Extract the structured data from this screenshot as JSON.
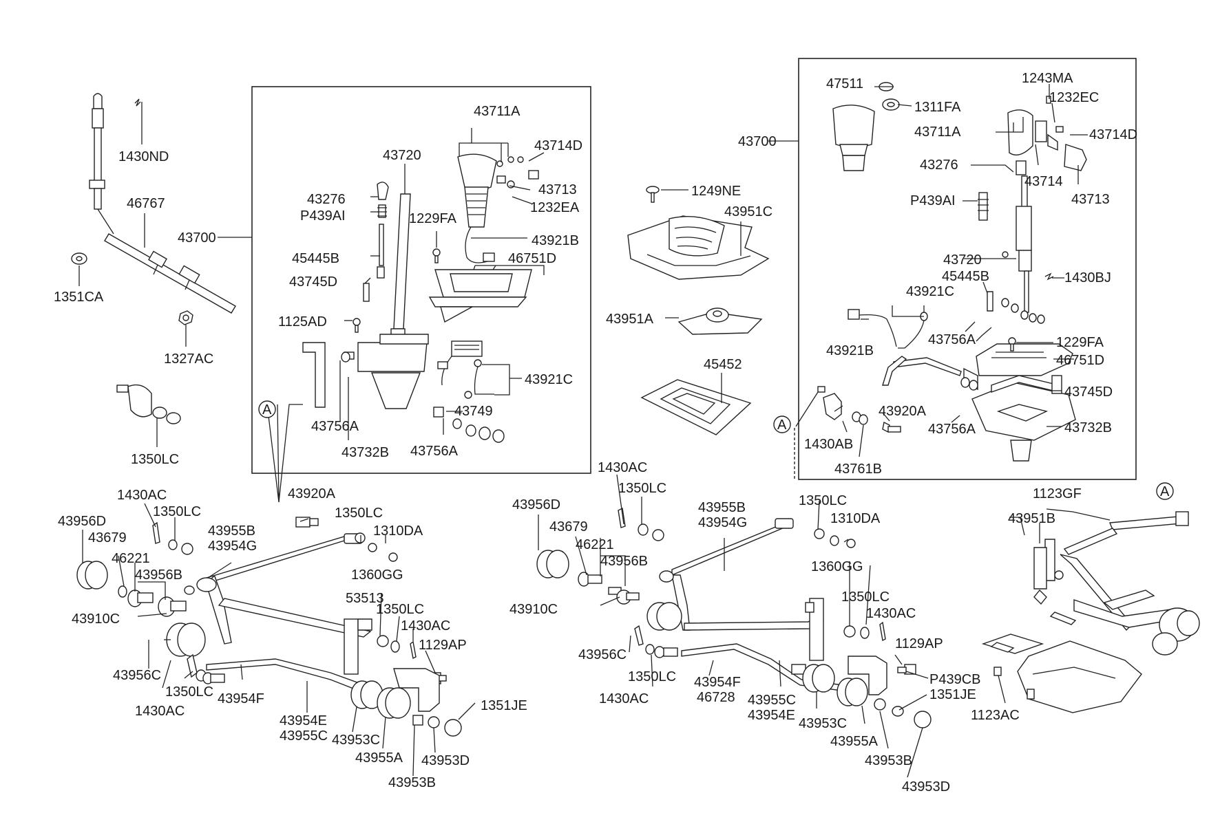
{
  "labels": {
    "p1430ND": "1430ND",
    "p46767": "46767",
    "p1351CA": "1351CA",
    "p1327AC": "1327AC",
    "p1350LC_a": "1350LC",
    "p43700_l": "43700",
    "p43711A_l": "43711A",
    "p43714D_l": "43714D",
    "p43720_l": "43720",
    "p43713_l": "43713",
    "p1232EA": "1232EA",
    "p43276_l": "43276",
    "pP439AI_l": "P439AI",
    "p1229FA_l": "1229FA",
    "p43921B_l": "43921B",
    "p45445B_l": "45445B",
    "p46751D_l": "46751D",
    "p43745D_l": "43745D",
    "p1125AD": "1125AD",
    "p43921C_l": "43921C",
    "p43749": "43749",
    "p43756A_l1": "43756A",
    "p43756A_l2": "43756A",
    "p43732B_l": "43732B",
    "pA_1": "A",
    "p43920A_l": "43920A",
    "p1430AC_l1": "1430AC",
    "p1350LC_l1": "1350LC",
    "p43956D_l": "43956D",
    "p43679_l": "43679",
    "p46221_l": "46221",
    "p43956B_l": "43956B",
    "p43910C_l": "43910C",
    "p43955B_l": "43955B",
    "p43954G_l": "43954G",
    "p1350LC_l2": "1350LC",
    "p1310DA_l": "1310DA",
    "p1360GG_l": "1360GG",
    "p53513": "53513",
    "p1350LC_l3": "1350LC",
    "p1430AC_l2": "1430AC",
    "p1129AP_l": "1129AP",
    "p43956C_l": "43956C",
    "p1350LC_l4": "1350LC",
    "p1430AC_l3": "1430AC",
    "p43954F_l": "43954F",
    "p43954E_l": "43954E",
    "p43955C_l": "43955C",
    "p43953C_l": "43953C",
    "p43955A_l": "43955A",
    "p43953B_l": "43953B",
    "p43953D_l": "43953D",
    "p1351JE_l": "1351JE",
    "p1249NE": "1249NE",
    "p43951C": "43951C",
    "p43951A": "43951A",
    "p45452": "45452",
    "p1430AC_m1": "1430AC",
    "p1350LC_m1": "1350LC",
    "p43956D_m": "43956D",
    "p43679_m": "43679",
    "p46221_m": "46221",
    "p43956B_m": "43956B",
    "p43910C_m": "43910C",
    "p43955B_m": "43955B",
    "p43954G_m": "43954G",
    "p1350LC_m2": "1350LC",
    "p1310DA_m": "1310DA",
    "p1360GG_m": "1360GG",
    "p1350LC_m3": "1350LC",
    "p1430AC_m2": "1430AC",
    "p1129AP_m": "1129AP",
    "p43956C_m": "43956C",
    "p1350LC_m4": "1350LC",
    "p1430AC_m3": "1430AC",
    "p43954F_m": "43954F",
    "p46728": "46728",
    "p43955C_m": "43955C",
    "p43954E_m": "43954E",
    "p43953C_m": "43953C",
    "p43955A_m": "43955A",
    "p43953B_m": "43953B",
    "p43953D_m": "43953D",
    "pP439CB": "P439CB",
    "p1351JE_m": "1351JE",
    "p43700_r": "43700",
    "p47511": "47511",
    "p1311FA": "1311FA",
    "p1243MA": "1243MA",
    "p1232EC": "1232EC",
    "p43711A_r": "43711A",
    "p43714D_r": "43714D",
    "p43276_r": "43276",
    "p43714": "43714",
    "pP439AI_r": "P439AI",
    "p43713_r": "43713",
    "p43720_r": "43720",
    "p45445B_r": "45445B",
    "p1430BJ": "1430BJ",
    "p43921C_r": "43921C",
    "p43921B_r": "43921B",
    "p43756A_r1": "43756A",
    "p1229FA_r": "1229FA",
    "p46751D_r": "46751D",
    "p43745D_r": "43745D",
    "p43920A_r": "43920A",
    "p43756A_r2": "43756A",
    "p43732B_r": "43732B",
    "p1430AB": "1430AB",
    "p43761B": "43761B",
    "pA_2": "A",
    "pA_3": "A",
    "p1123GF": "1123GF",
    "p43951B": "43951B",
    "p1123AC": "1123AC"
  }
}
